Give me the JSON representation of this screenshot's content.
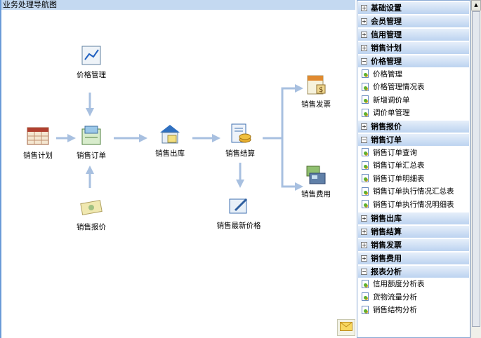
{
  "title": "业务处理导航图",
  "flow": {
    "plan": "销售计划",
    "price_mgmt": "价格管理",
    "order": "销售订单",
    "quote": "销售报价",
    "outbound": "销售出库",
    "settle": "销售结算",
    "latest_price": "销售最新价格",
    "invoice": "销售发票",
    "expense": "销售费用"
  },
  "sidebar": [
    {
      "label": "基础设置",
      "expanded": false,
      "items": []
    },
    {
      "label": "会员管理",
      "expanded": false,
      "items": []
    },
    {
      "label": "信用管理",
      "expanded": false,
      "items": []
    },
    {
      "label": "销售计划",
      "expanded": false,
      "items": []
    },
    {
      "label": "价格管理",
      "expanded": true,
      "items": [
        "价格管理",
        "价格管理情况表",
        "新增调价单",
        "调价单管理"
      ]
    },
    {
      "label": "销售报价",
      "expanded": false,
      "items": []
    },
    {
      "label": "销售订单",
      "expanded": true,
      "items": [
        "销售订单查询",
        "销售订单汇总表",
        "销售订单明细表",
        "销售订单执行情况汇总表",
        "销售订单执行情况明细表"
      ]
    },
    {
      "label": "销售出库",
      "expanded": false,
      "items": []
    },
    {
      "label": "销售结算",
      "expanded": false,
      "items": []
    },
    {
      "label": "销售发票",
      "expanded": false,
      "items": []
    },
    {
      "label": "销售费用",
      "expanded": false,
      "items": []
    },
    {
      "label": "报表分析",
      "expanded": true,
      "items": [
        "信用额度分析表",
        "货物流量分析",
        "销售结构分析"
      ]
    }
  ]
}
